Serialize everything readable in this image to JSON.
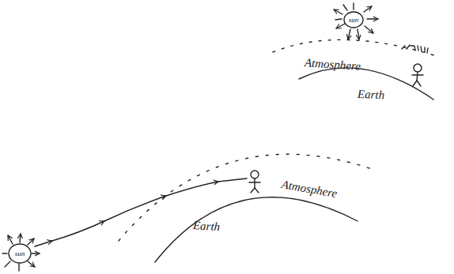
{
  "diagram": {
    "nodes": [
      {
        "text": [
          "sun"
        ]
      },
      {
        "text": [
          "sun"
        ]
      }
    ],
    "labels": [
      "Atmosphere",
      "Earth",
      "Atmosphere",
      "Earth"
    ]
  }
}
